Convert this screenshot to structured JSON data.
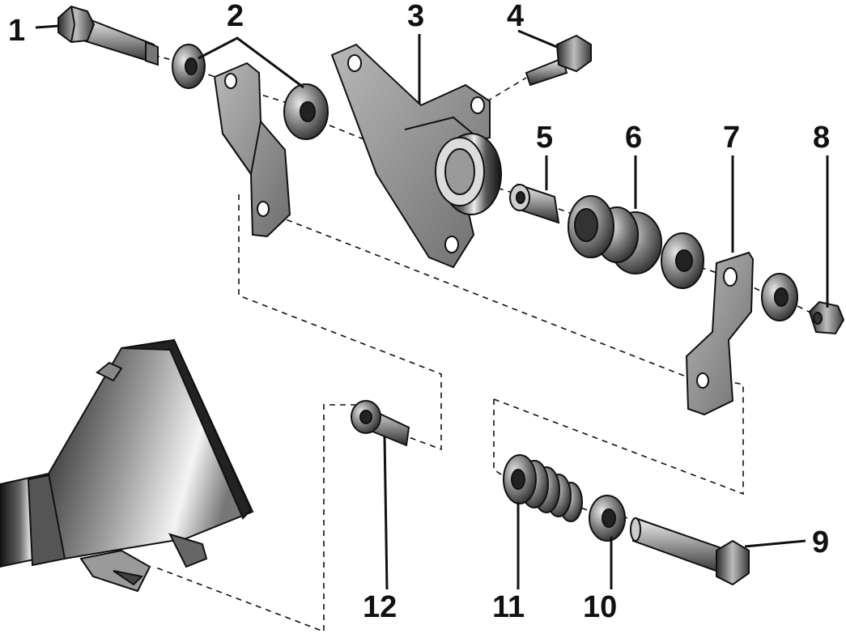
{
  "diagram": {
    "callouts": [
      "1",
      "2",
      "3",
      "4",
      "5",
      "6",
      "7",
      "8",
      "9",
      "10",
      "11",
      "12"
    ],
    "parts": [
      {
        "id": "1",
        "kind": "hex-bolt"
      },
      {
        "id": "2",
        "kind": "washer-pair"
      },
      {
        "id": "3",
        "kind": "mounting-bracket"
      },
      {
        "id": "4",
        "kind": "hex-bolt-small"
      },
      {
        "id": "5",
        "kind": "bushing-sleeve"
      },
      {
        "id": "6",
        "kind": "rubber-bushing"
      },
      {
        "id": "7",
        "kind": "z-strap"
      },
      {
        "id": "8",
        "kind": "hex-nut"
      },
      {
        "id": "9",
        "kind": "long-bolt"
      },
      {
        "id": "10",
        "kind": "washer"
      },
      {
        "id": "11",
        "kind": "ribbed-bushing"
      },
      {
        "id": "12",
        "kind": "flanged-sleeve"
      }
    ],
    "colors": {
      "metal_dark": "#3a3a3a",
      "metal_mid": "#8c8c8c",
      "metal_light": "#d6d6d6",
      "line": "#111111"
    }
  }
}
